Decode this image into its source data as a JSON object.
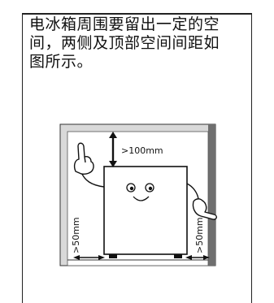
{
  "instruction": {
    "lines": [
      "电冰箱周围要留出一定的空",
      "间，两侧及顶部空间间距如",
      "图所示。"
    ]
  },
  "diagram": {
    "top_clearance_label": ">100mm",
    "left_clearance_label": ">50mm",
    "right_clearance_label": ">50mm"
  }
}
